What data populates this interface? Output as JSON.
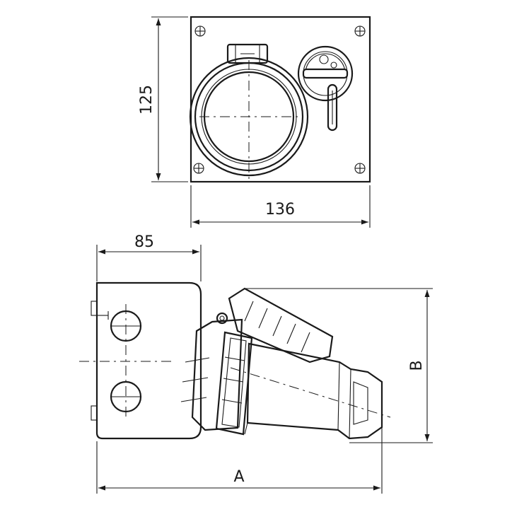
{
  "dimensions": {
    "top_height": "125",
    "top_width": "136",
    "side_depth": "85",
    "overall_length": "A",
    "overall_height": "B"
  }
}
